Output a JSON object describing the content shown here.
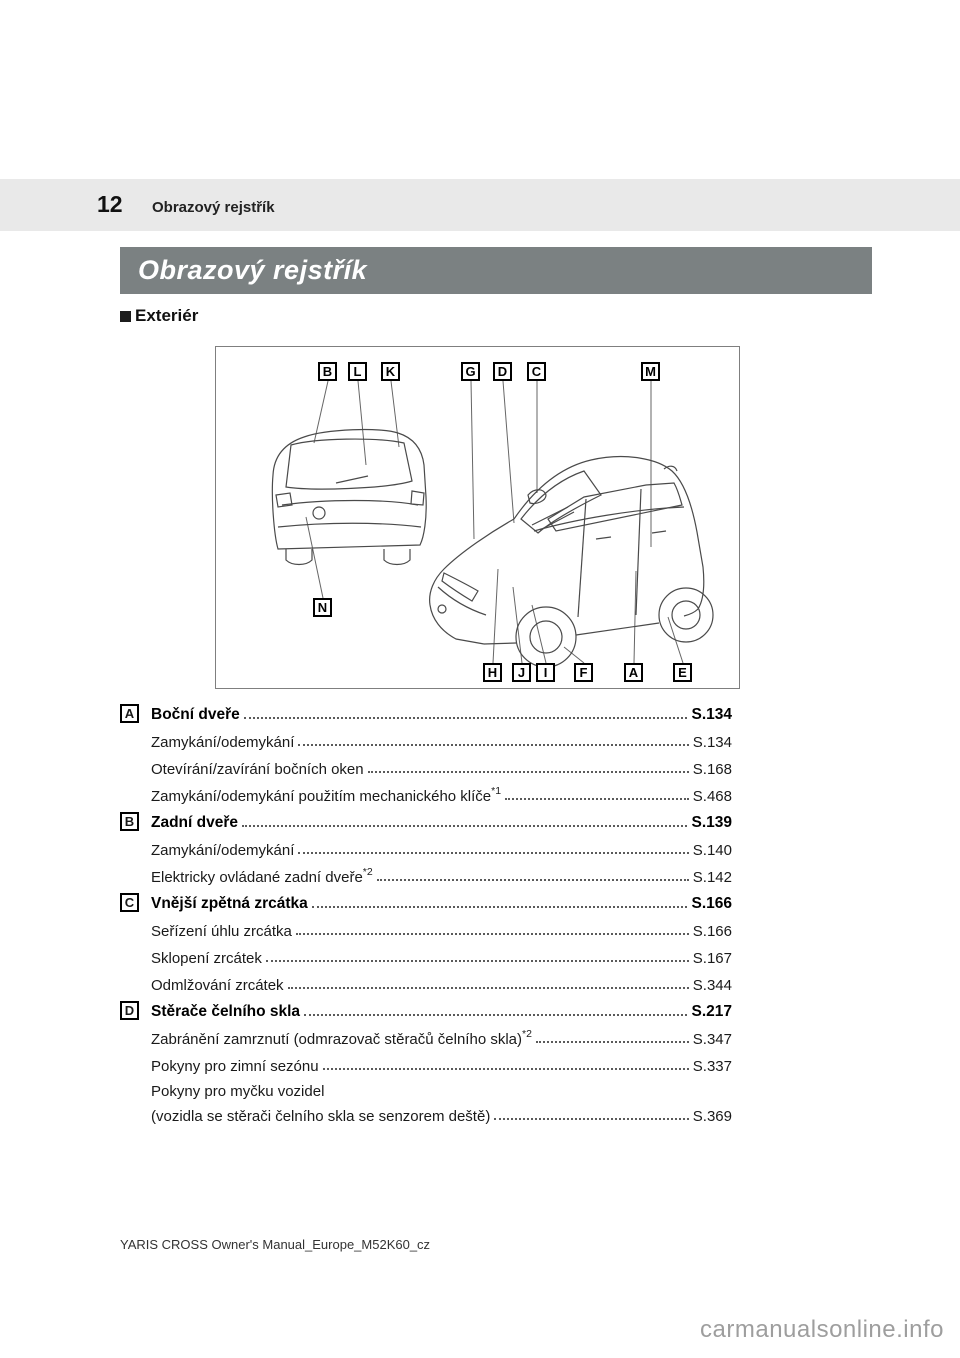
{
  "page": {
    "number": "12",
    "running_header": "Obrazový rejstřík",
    "title": "Obrazový rejstřík",
    "section_heading": "Exteriér",
    "footer": "YARIS CROSS Owner's Manual_Europe_M52K60_cz",
    "watermark": "carmanualsonline.info"
  },
  "diagram": {
    "labels": {
      "top": [
        "B",
        "L",
        "K",
        "G",
        "D",
        "C",
        "M"
      ],
      "left": "N",
      "bottom": [
        "H",
        "J",
        "I",
        "F",
        "A",
        "E"
      ]
    }
  },
  "index": [
    {
      "key": "A",
      "title": "Boční dveře",
      "page": "S.134",
      "items": [
        {
          "text": "Zamykání/odemykání",
          "page": "S.134"
        },
        {
          "text": "Otevírání/zavírání bočních oken",
          "page": "S.168"
        },
        {
          "text": "Zamykání/odemykání použitím mechanického klíče",
          "sup": "*1",
          "page": "S.468"
        }
      ]
    },
    {
      "key": "B",
      "title": "Zadní dveře",
      "page": "S.139",
      "items": [
        {
          "text": "Zamykání/odemykání",
          "page": "S.140"
        },
        {
          "text": "Elektricky ovládané zadní dveře",
          "sup": "*2",
          "page": "S.142"
        }
      ]
    },
    {
      "key": "C",
      "title": "Vnější zpětná zrcátka",
      "page": "S.166",
      "items": [
        {
          "text": "Seřízení úhlu zrcátka",
          "page": "S.166"
        },
        {
          "text": "Sklopení zrcátek",
          "page": "S.167"
        },
        {
          "text": "Odmlžování zrcátek",
          "page": "S.344"
        }
      ]
    },
    {
      "key": "D",
      "title": "Stěrače čelního skla",
      "page": "S.217",
      "items": [
        {
          "text": "Zabránění zamrznutí (odmrazovač stěračů čelního skla)",
          "sup": "*2",
          "page": "S.347"
        },
        {
          "text": "Pokyny pro zimní sezónu",
          "page": "S.337"
        },
        {
          "text": "Pokyny pro myčku vozidel",
          "text2": "(vozidla se stěrači čelního skla se senzorem deště)",
          "page": "S.369"
        }
      ]
    }
  ]
}
